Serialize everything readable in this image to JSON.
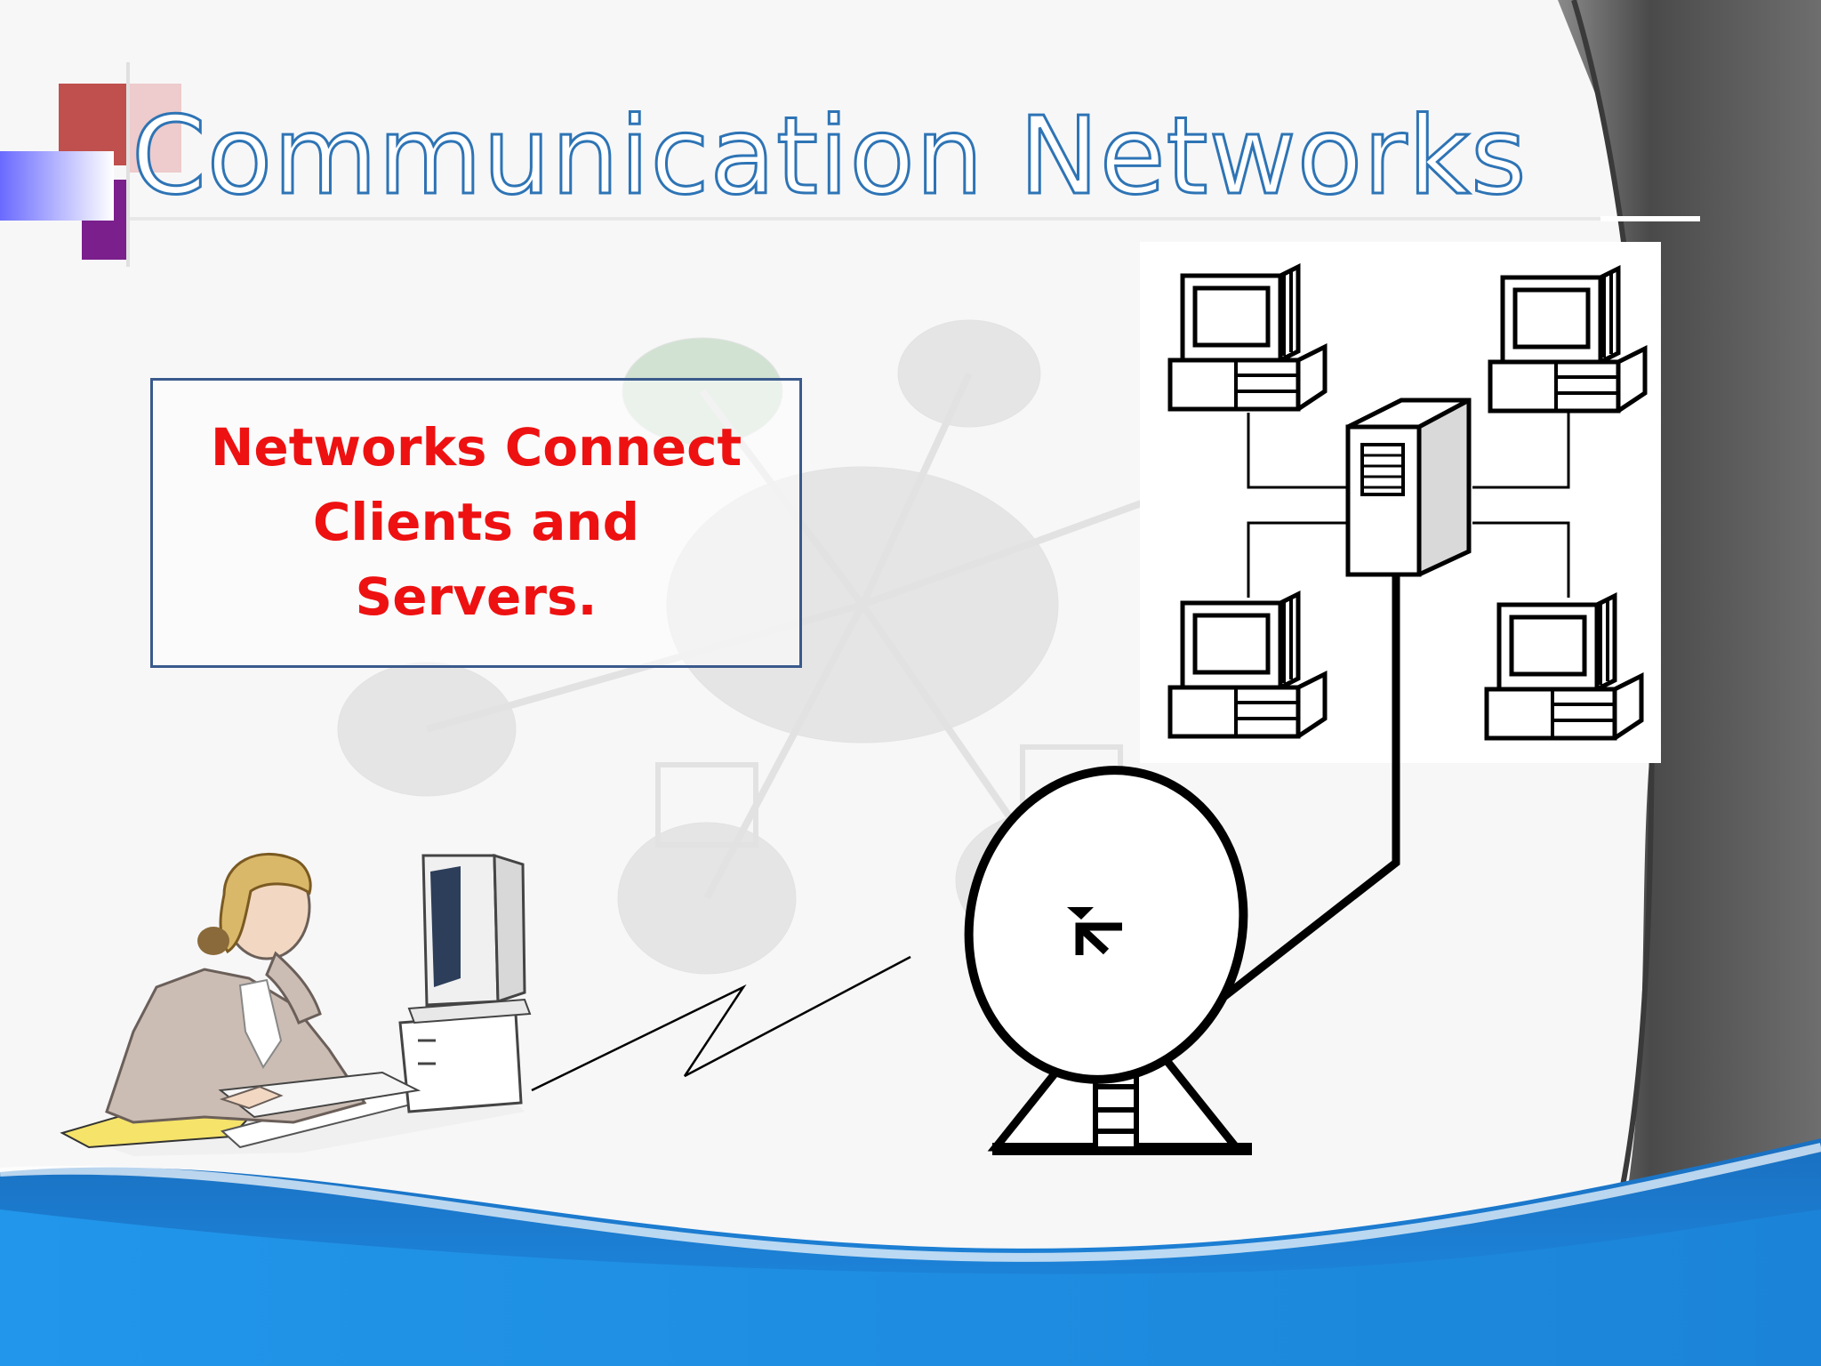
{
  "slide": {
    "title": "Communication Networks",
    "callout": {
      "line1": "Networks Connect",
      "line2": "Clients and",
      "line3": "Servers."
    }
  },
  "colors": {
    "title_fill": "#ffffff",
    "title_outline": "#2e74b5",
    "callout_text": "#ee1111",
    "callout_border": "#3a5a8c",
    "wave_blue": "#1f8fe0",
    "curtain_gray": "#5a5a5a",
    "accent_red": "#c0504d",
    "accent_purple": "#7b1f8c"
  },
  "icons": [
    "client-computer-icon",
    "server-tower-icon",
    "satellite-dish-icon",
    "woman-at-computer-illustration",
    "wireless-signal-icon"
  ]
}
